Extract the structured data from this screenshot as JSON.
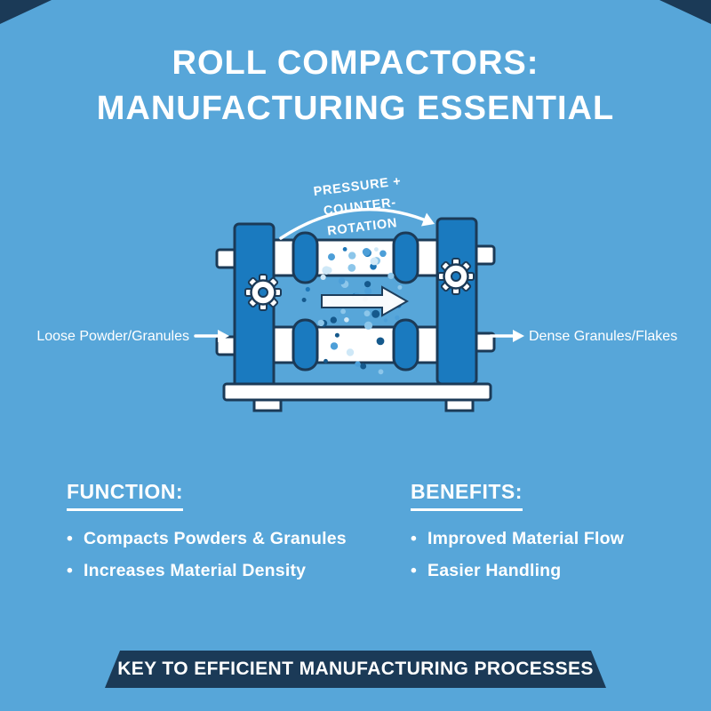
{
  "title": {
    "line1": "ROLL COMPACTORS:",
    "line2": "MANUFACTURING ESSENTIAL"
  },
  "diagram": {
    "top_label_line1": "PRESSURE +",
    "top_label_line2": "COUNTER-ROTATION",
    "left_label": "Loose Powder/Granules",
    "right_label": "Dense Granules/Flakes"
  },
  "function_section": {
    "heading": "FUNCTION:",
    "items": [
      "Compacts Powders & Granules",
      "Increases Material Density"
    ]
  },
  "benefits_section": {
    "heading": "BENEFITS:",
    "items": [
      "Improved Material Flow",
      "Easier Handling"
    ]
  },
  "banner": {
    "text": "KEY TO EFFICIENT MANUFACTURING PROCESSES"
  },
  "colors": {
    "background": "#57A6D9",
    "navy": "#1B3A57",
    "machine_blue": "#1A7ABF",
    "particle_palette": [
      "#CFE8F7",
      "#8CC6EA",
      "#4D9FD8",
      "#1E77B8",
      "#15598C"
    ]
  }
}
